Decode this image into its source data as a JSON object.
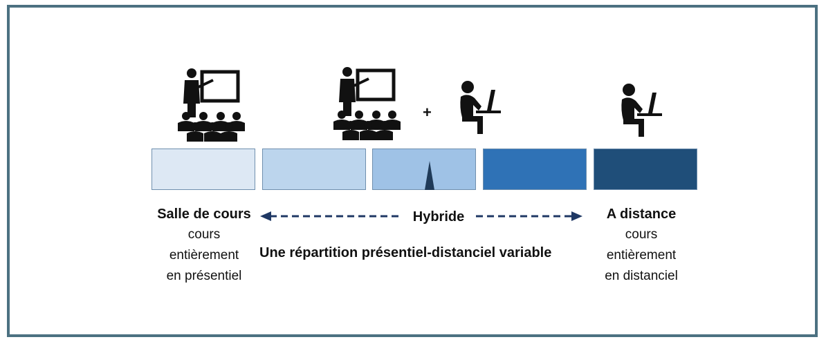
{
  "diagram": {
    "plus_sign": "+",
    "left": {
      "title": "Salle de cours",
      "desc": [
        "cours",
        "entièrement",
        "en présentiel"
      ]
    },
    "center": {
      "title": "Hybride",
      "subtitle": "Une répartition présentiel-distanciel variable"
    },
    "right": {
      "title": "A distance",
      "desc": [
        "cours",
        "entièrement",
        "en distanciel"
      ]
    },
    "scale_segments": [
      {
        "color": "#dde8f4"
      },
      {
        "color": "#bcd5ed"
      },
      {
        "color": "#9fc2e6"
      },
      {
        "color": "#2f72b6"
      },
      {
        "color": "#1f4e79"
      }
    ],
    "icons": {
      "classroom": "teacher-with-class-icon",
      "remote_student": "student-at-laptop-icon"
    },
    "colors": {
      "frame": "#4c7181",
      "arrow": "#1f3864",
      "pointer": "#1f3a58"
    }
  }
}
